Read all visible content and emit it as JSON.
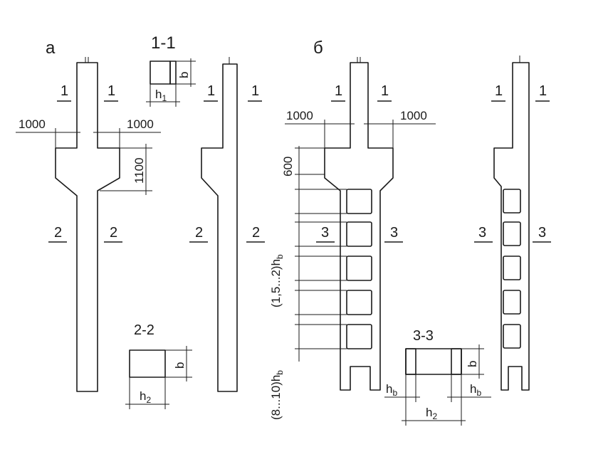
{
  "views": {
    "a": "а",
    "b": "б"
  },
  "sections": {
    "s11": "1-1",
    "s22": "2-2",
    "s33": "3-3"
  },
  "cut_marks": {
    "one": "1",
    "two": "2",
    "three": "3"
  },
  "dimensions": {
    "d1000": "1000",
    "d1100": "1100",
    "d600": "600",
    "d_panel": "(1,5...2)h",
    "d_open": "(8...10)h",
    "b": "b",
    "h": "h",
    "sub_1": "1",
    "sub_2": "2",
    "sub_b": "b"
  }
}
